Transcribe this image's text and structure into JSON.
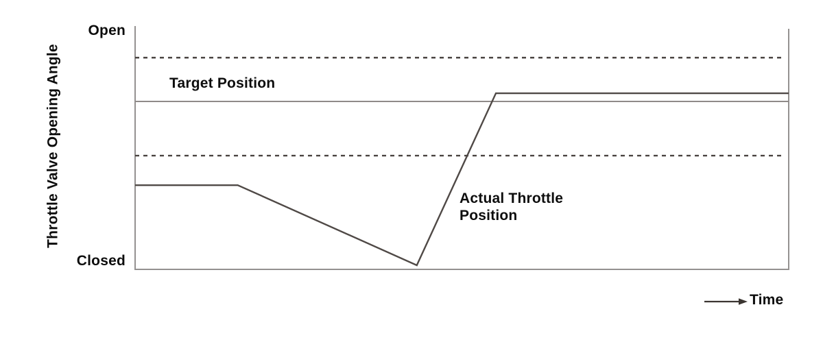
{
  "chart": {
    "y_axis_title": "Throttle Valve Opening Angle",
    "y_tick_top": "Open",
    "y_tick_bottom": "Closed",
    "x_axis_title": "Time",
    "annotations": {
      "target": "Target Position",
      "actual": "Actual Throttle\nPosition"
    }
  },
  "colors": {
    "background": "#ffffff",
    "text": "#0d0d0d",
    "axis": "#949190",
    "arrow": "#3b3531",
    "actual_line": "#4f4946",
    "target_line": "#8f8a88",
    "band_dashed": "#4a4441"
  },
  "chart_data": {
    "type": "line",
    "title": "",
    "xlabel": "Time",
    "ylabel": "Throttle Valve Opening Angle",
    "x_tick_labels": [],
    "y_tick_labels": [
      "Closed",
      "Open"
    ],
    "grid": false,
    "legend_position": "none",
    "value_scale_note": "axes are qualitative; values normalized 0 = Closed, 1 = Open; x normalized 0-1 over visible time span",
    "xlim": [
      0,
      1
    ],
    "ylim": [
      0,
      1
    ],
    "series": [
      {
        "name": "Target Position",
        "style": "solid",
        "color": "#8f8a88",
        "width": 2,
        "x": [
          0,
          1
        ],
        "y": [
          0.694,
          0.694
        ]
      },
      {
        "name": "Upper tolerance band",
        "style": "dashed",
        "color": "#4a4441",
        "width": 2.4,
        "x": [
          0,
          0.99
        ],
        "y": [
          0.875,
          0.875
        ]
      },
      {
        "name": "Lower tolerance band",
        "style": "dashed",
        "color": "#4a4441",
        "width": 2.4,
        "x": [
          0,
          0.99
        ],
        "y": [
          0.47,
          0.47
        ]
      },
      {
        "name": "Actual Throttle Position",
        "style": "solid",
        "color": "#4f4946",
        "width": 2.4,
        "x": [
          0,
          0.157,
          0.431,
          0.552,
          1
        ],
        "y": [
          0.348,
          0.348,
          0.017,
          0.728,
          0.728
        ]
      }
    ]
  }
}
